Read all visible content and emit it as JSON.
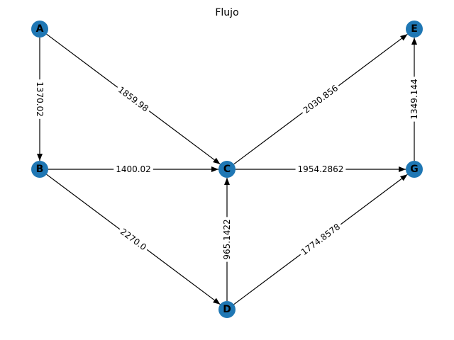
{
  "title": "Flujo",
  "colors": {
    "node": "#1f77b4",
    "edge": "#000000",
    "background": "#ffffff"
  },
  "nodes": [
    {
      "id": "A",
      "label": "A"
    },
    {
      "id": "B",
      "label": "B"
    },
    {
      "id": "C",
      "label": "C"
    },
    {
      "id": "D",
      "label": "D"
    },
    {
      "id": "E",
      "label": "E"
    },
    {
      "id": "G",
      "label": "G"
    }
  ],
  "edges": [
    {
      "from": "A",
      "to": "B",
      "label": "1370.02"
    },
    {
      "from": "A",
      "to": "C",
      "label": "1859.98"
    },
    {
      "from": "B",
      "to": "C",
      "label": "1400.02"
    },
    {
      "from": "B",
      "to": "D",
      "label": "2270.0"
    },
    {
      "from": "C",
      "to": "E",
      "label": "2030.856"
    },
    {
      "from": "C",
      "to": "G",
      "label": "1954.2862"
    },
    {
      "from": "D",
      "to": "C",
      "label": "965.1422"
    },
    {
      "from": "D",
      "to": "G",
      "label": "1774.8578"
    },
    {
      "from": "G",
      "to": "E",
      "label": "1349.144"
    }
  ]
}
